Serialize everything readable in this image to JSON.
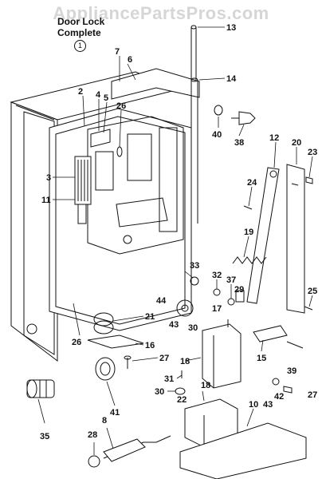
{
  "watermark": "AppliancePartsPros.com",
  "title": {
    "line1": "Door Lock",
    "line2": "Complete",
    "circled_number": "1"
  },
  "callouts": [
    "13",
    "14",
    "7",
    "6",
    "2",
    "4",
    "5",
    "26",
    "40",
    "38",
    "12",
    "20",
    "23",
    "3",
    "11",
    "24",
    "19",
    "33",
    "32",
    "37",
    "29",
    "25",
    "44",
    "17",
    "21",
    "43",
    "30",
    "16",
    "26",
    "27",
    "18",
    "15",
    "39",
    "31",
    "22",
    "30",
    "42",
    "43",
    "27",
    "41",
    "18",
    "10",
    "35",
    "8",
    "28"
  ]
}
